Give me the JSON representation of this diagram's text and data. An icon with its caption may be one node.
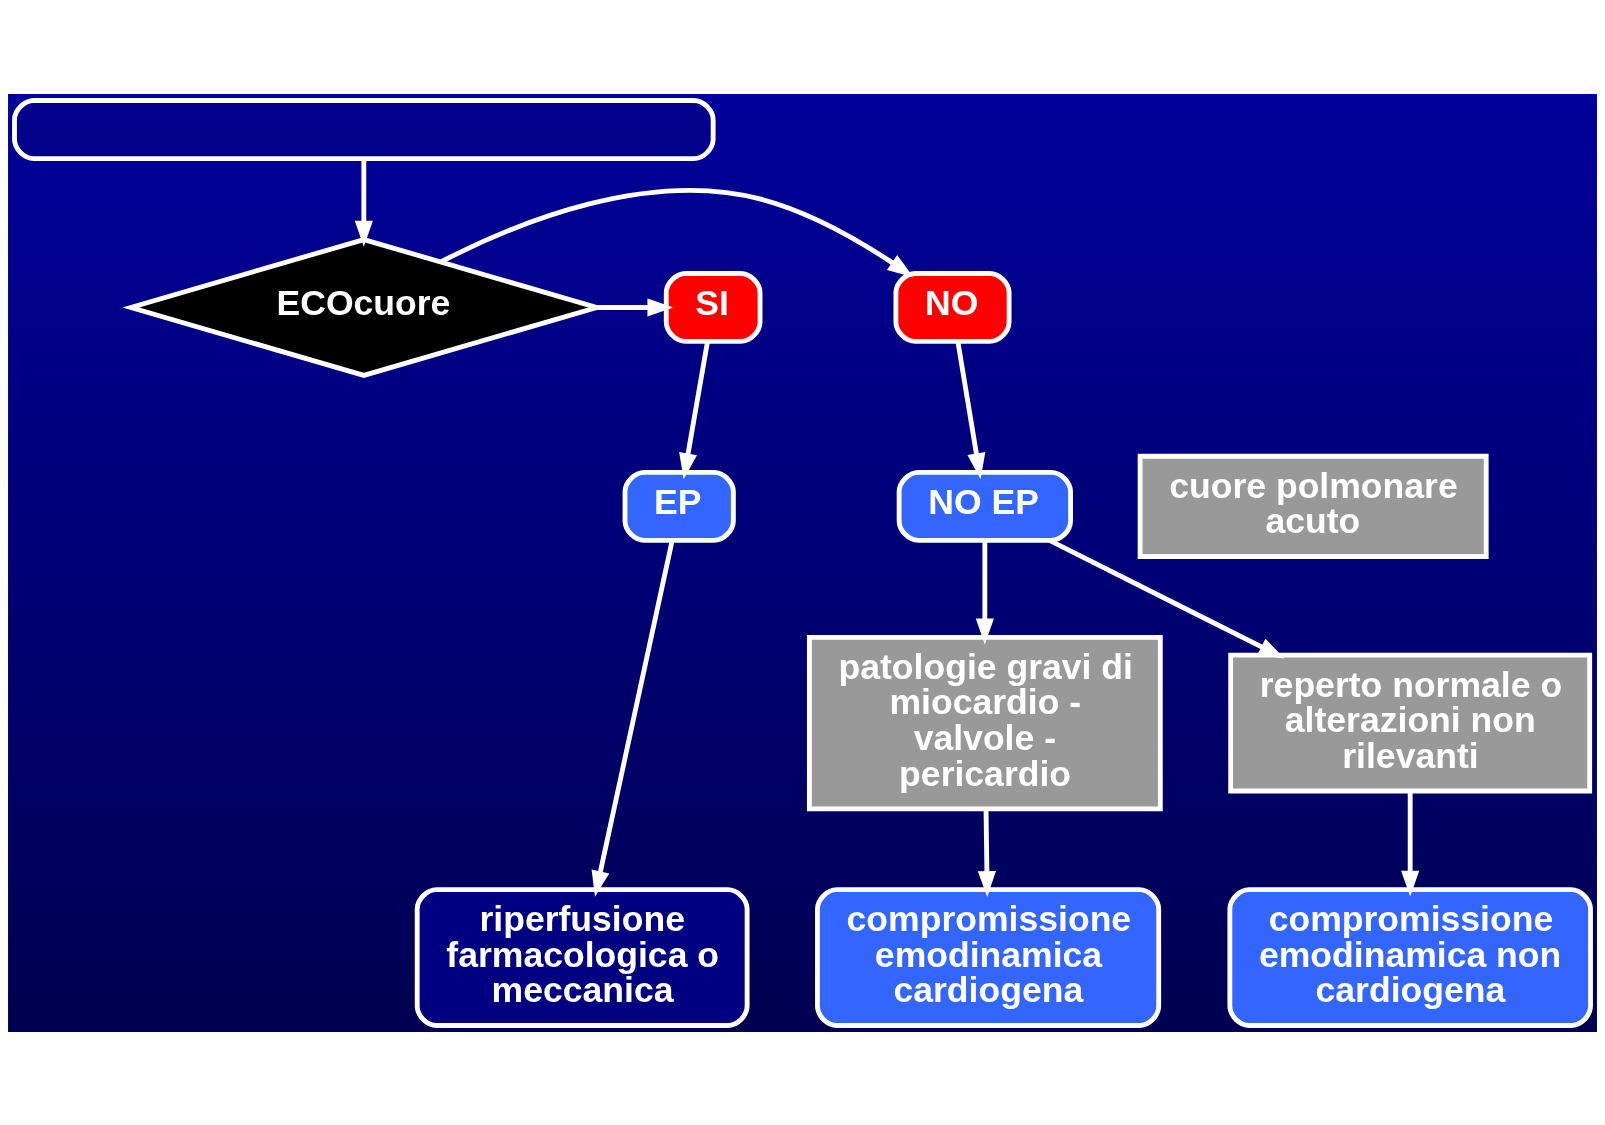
{
  "diagram": {
    "nodes": [
      {
        "text": [],
        "shape": "box"
      },
      {
        "text": [
          "ECOcuore"
        ]
      },
      {
        "text": [
          "cuore polmonare acuto"
        ]
      },
      {
        "text": [
          "NO"
        ]
      },
      {
        "text": [
          "SI"
        ]
      },
      {
        "text": [
          "NO EP"
        ]
      },
      {
        "text": [
          "EP"
        ]
      },
      {
        "text": [
          "reperto normale o alterazioni non rilevanti"
        ]
      },
      {
        "text": [
          "patologie gravi di miocardio - valvole - pericardio"
        ]
      },
      {
        "text": [
          "compromissione emodinamica non cardiogena"
        ]
      },
      {
        "text": [
          "compromissione emodinamica cardiogena"
        ]
      },
      {
        "text": [
          "riperfusione farmacologica o meccanica"
        ]
      }
    ],
    "edges": [
      {
        "from": 0,
        "to": 1,
        "arrow": "to"
      },
      {
        "from": 1,
        "to": 3,
        "arrow": "to"
      },
      {
        "from": 1,
        "to": 4,
        "arrow": "to"
      },
      {
        "from": 3,
        "to": 5,
        "arrow": "to"
      },
      {
        "from": 4,
        "to": 6,
        "arrow": "to"
      },
      {
        "from": 5,
        "to": 7,
        "arrow": "to"
      },
      {
        "from": 5,
        "to": 8,
        "arrow": "to"
      },
      {
        "from": 7,
        "to": 9,
        "arrow": "to"
      },
      {
        "from": 8,
        "to": 10,
        "arrow": "to"
      },
      {
        "from": 6,
        "to": 11,
        "arrow": "to"
      }
    ]
  }
}
